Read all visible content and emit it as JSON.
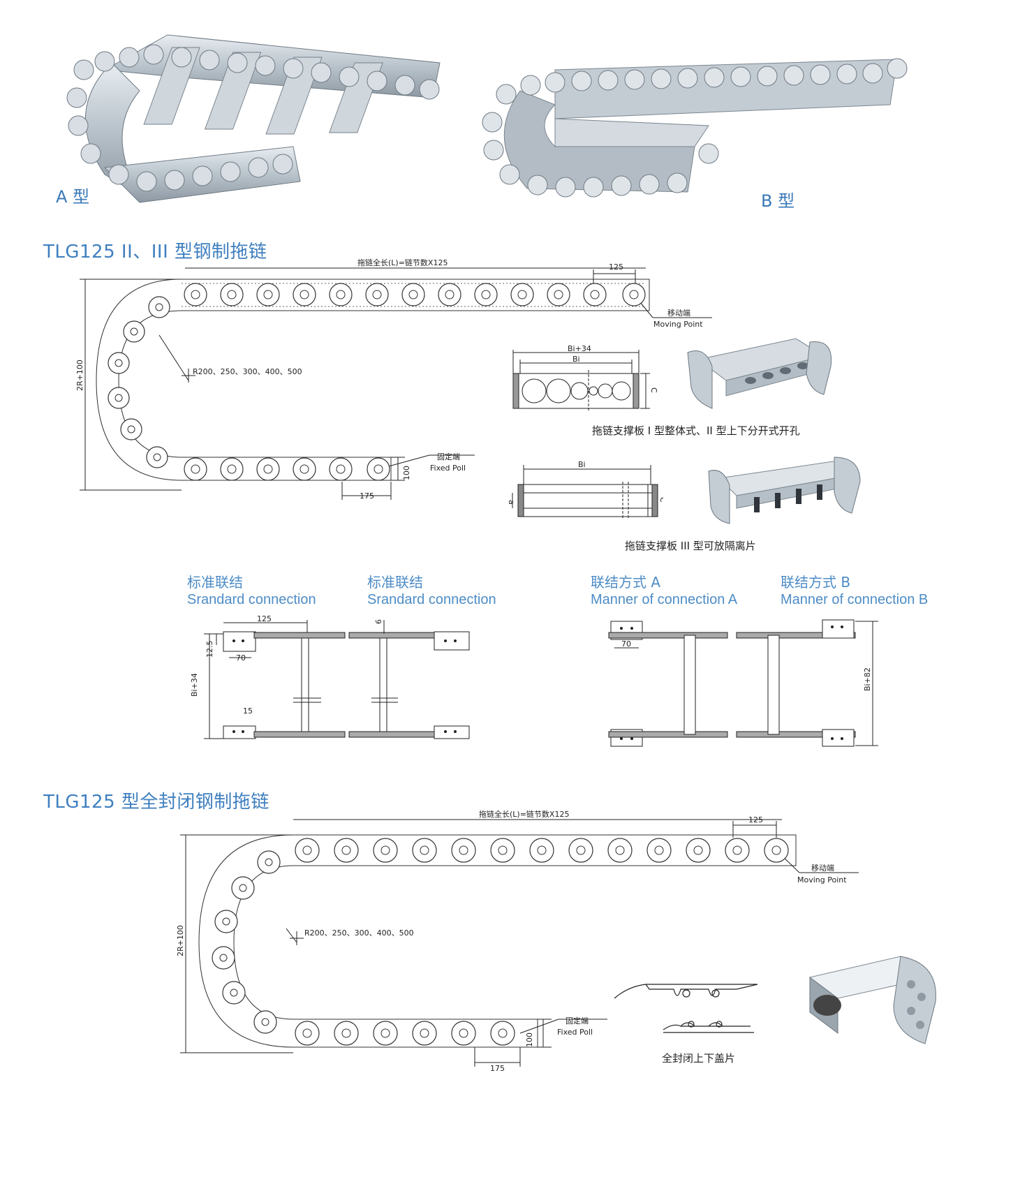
{
  "photos": {
    "type_a_label": "A 型",
    "type_b_label": "B 型"
  },
  "section1": {
    "title": "TLG125 II、III 型钢制拖链",
    "total_length": "拖链全长(L)=链节数X125",
    "pitch": "125",
    "moving_cn": "移动端",
    "moving_en": "Moving Point",
    "fixed_cn": "固定端",
    "fixed_en": "Fixed Poll",
    "radius": "R200、250、300、400、500",
    "height": "2R+100",
    "dim_100": "100",
    "dim_175": "175",
    "plate1": {
      "bi34": "Bi+34",
      "bi": "Bi",
      "c": "C",
      "caption": "拖链支撑板 I 型整体式、II 型上下分开式开孔"
    },
    "plate2": {
      "bi": "Bi",
      "a": "a",
      "c": "C",
      "caption": "拖链支撑板 III 型可放隔离片"
    }
  },
  "connections": [
    {
      "cn": "标准联结",
      "en": "Srandard connection"
    },
    {
      "cn": "标准联结",
      "en": "Srandard connection"
    },
    {
      "cn": "联结方式 A",
      "en": "Manner of connection A"
    },
    {
      "cn": "联结方式 B",
      "en": "Manner of connection B"
    }
  ],
  "conn_dims": {
    "d125": "125",
    "d12_5": "12.5",
    "d70": "70",
    "bi34": "Bi+34",
    "d15": "15",
    "d6": "6",
    "d70b": "70",
    "bi82": "Bi+82"
  },
  "section2": {
    "title": "TLG125 型全封闭钢制拖链",
    "total_length": "拖链全长(L)=链节数X125",
    "pitch": "125",
    "moving_cn": "移动端",
    "moving_en": "Moving Point",
    "fixed_cn": "固定端",
    "fixed_en": "Fixed Poll",
    "radius": "R200、250、300、400、500",
    "height": "2R+100",
    "dim_100": "100",
    "dim_175": "175",
    "cover_caption": "全封闭上下盖片"
  },
  "colors": {
    "accent_blue": "#3f7fbf",
    "steel": "#b7c0c8"
  }
}
